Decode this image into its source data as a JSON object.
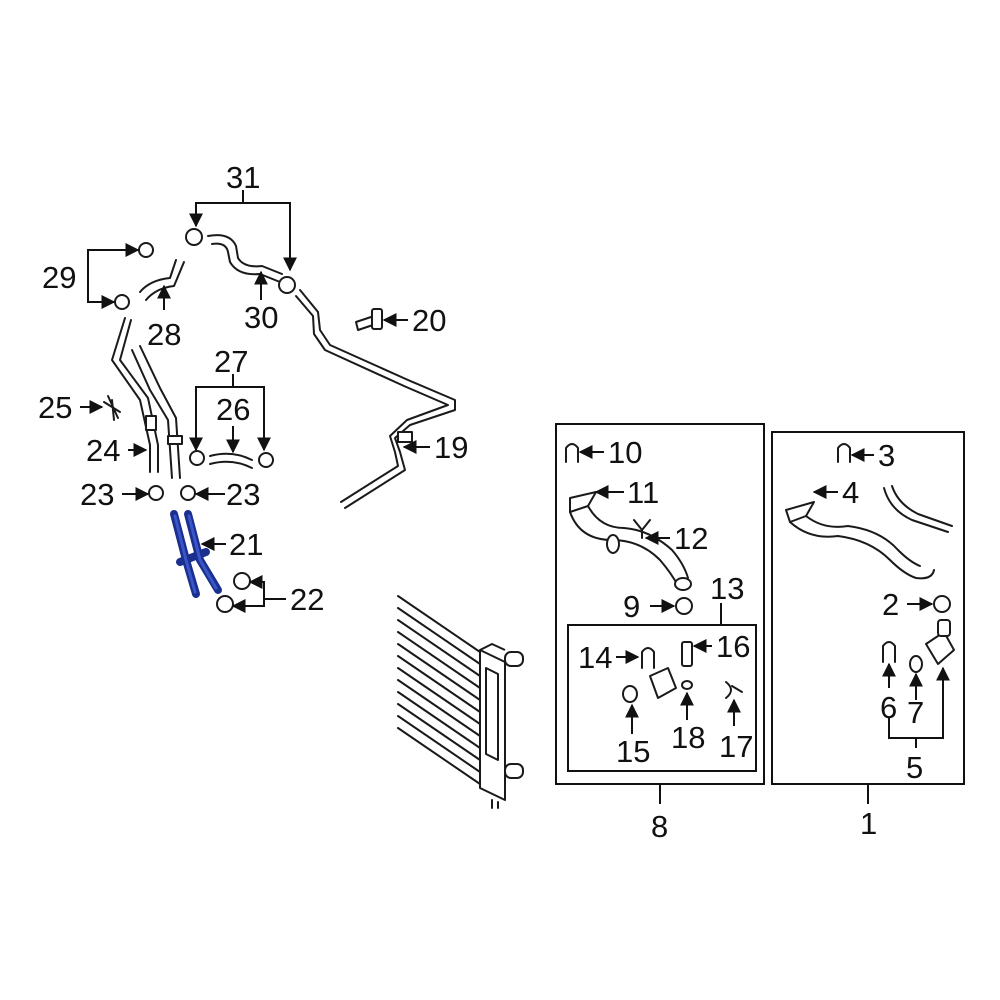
{
  "diagram": {
    "highlight_color": "#1b2f8f",
    "callouts": {
      "c1": "1",
      "c2": "2",
      "c3": "3",
      "c4": "4",
      "c5": "5",
      "c6": "6",
      "c7": "7",
      "c8": "8",
      "c9": "9",
      "c10": "10",
      "c11": "11",
      "c12": "12",
      "c13": "13",
      "c14": "14",
      "c15": "15",
      "c16": "16",
      "c17": "17",
      "c18": "18",
      "c19": "19",
      "c20": "20",
      "c21": "21",
      "c22": "22",
      "c23a": "23",
      "c23b": "23",
      "c24": "24",
      "c25": "25",
      "c26": "26",
      "c27": "27",
      "c28": "28",
      "c29": "29",
      "c30": "30",
      "c31": "31"
    },
    "highlighted_part": "21"
  }
}
